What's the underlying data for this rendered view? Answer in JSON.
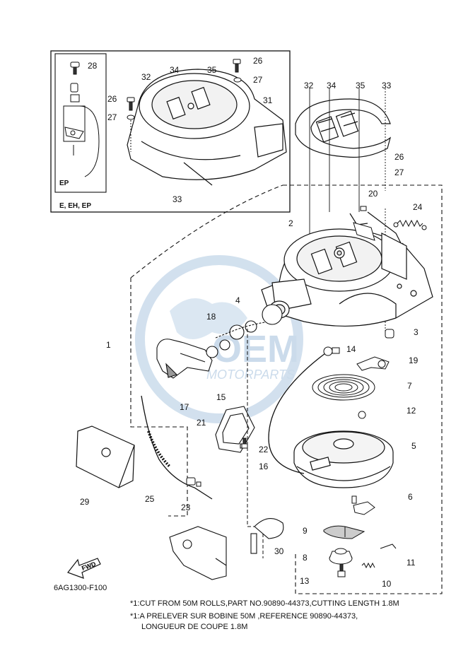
{
  "parts": [
    {
      "id": "1",
      "label": "1"
    },
    {
      "id": "2",
      "label": "2"
    },
    {
      "id": "3",
      "label": "3"
    },
    {
      "id": "4",
      "label": "4"
    },
    {
      "id": "5",
      "label": "5"
    },
    {
      "id": "6",
      "label": "6"
    },
    {
      "id": "7",
      "label": "7"
    },
    {
      "id": "8",
      "label": "8"
    },
    {
      "id": "9",
      "label": "9"
    },
    {
      "id": "10",
      "label": "10"
    },
    {
      "id": "11",
      "label": "11"
    },
    {
      "id": "12",
      "label": "12"
    },
    {
      "id": "13",
      "label": "13"
    },
    {
      "id": "14",
      "label": "14"
    },
    {
      "id": "15",
      "label": "15"
    },
    {
      "id": "16",
      "label": "16"
    },
    {
      "id": "17",
      "label": "17"
    },
    {
      "id": "18",
      "label": "18"
    },
    {
      "id": "19",
      "label": "19"
    },
    {
      "id": "20",
      "label": "20"
    },
    {
      "id": "21",
      "label": "21"
    },
    {
      "id": "22",
      "label": "22"
    },
    {
      "id": "23",
      "label": "23"
    },
    {
      "id": "24",
      "label": "24"
    },
    {
      "id": "25",
      "label": "25"
    },
    {
      "id": "26",
      "label": "26"
    },
    {
      "id": "27",
      "label": "27"
    },
    {
      "id": "28",
      "label": "28"
    },
    {
      "id": "29",
      "label": "29"
    },
    {
      "id": "30",
      "label": "30"
    },
    {
      "id": "31",
      "label": "31"
    },
    {
      "id": "32",
      "label": "32"
    },
    {
      "id": "33",
      "label": "33"
    },
    {
      "id": "34",
      "label": "34"
    },
    {
      "id": "35",
      "label": "35"
    }
  ],
  "inset": {
    "variant_label": "E, EH, EP",
    "sub_label": "EP"
  },
  "fwd_label": "FWD",
  "watermark": {
    "brand": "OEM",
    "sub": "MOTORPARTS"
  },
  "diagram_code": "6AG1300-F100",
  "notes": {
    "line1": "*1:CUT FROM 50M ROLLS,PART NO.90890-44373,CUTTING LENGTH 1.8M",
    "line2": "*1:A PRELEVER SUR BOBINE 50M ,REFERENCE 90890-44373,",
    "line3": "LONGUEUR DE COUPE 1.8M"
  }
}
